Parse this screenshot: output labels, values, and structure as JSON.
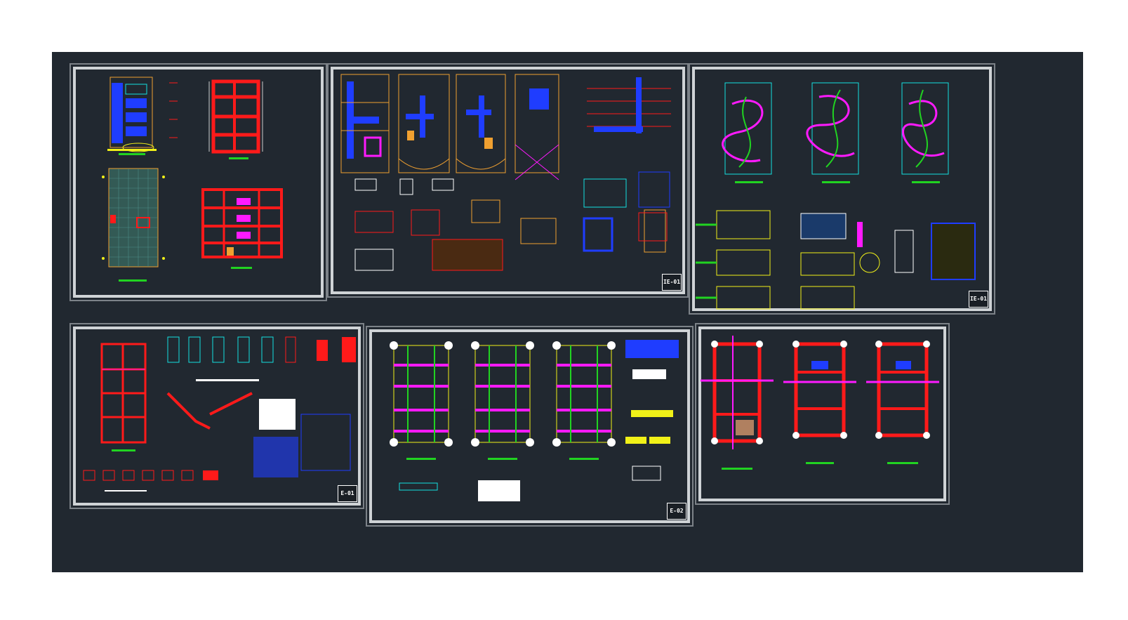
{
  "window": {
    "title": "CAD sheet layout"
  },
  "colors": {
    "canvas": "#212830",
    "frame_light": "#cfd3d6",
    "frame_dark": "#7c8288",
    "red": "#ff1a1a",
    "blue": "#1f3dff",
    "magenta": "#ff1aff",
    "green": "#21d321",
    "yellow": "#f1f118",
    "cyan": "#14e0e0",
    "orange": "#f0a030"
  },
  "sheets": [
    {
      "id": "sheet-1",
      "label": ""
    },
    {
      "id": "sheet-2",
      "label": "IE-01"
    },
    {
      "id": "sheet-3",
      "label": "IE-01"
    },
    {
      "id": "sheet-4",
      "label": "E-01"
    },
    {
      "id": "sheet-5",
      "label": "E-02"
    },
    {
      "id": "sheet-6",
      "label": ""
    }
  ]
}
